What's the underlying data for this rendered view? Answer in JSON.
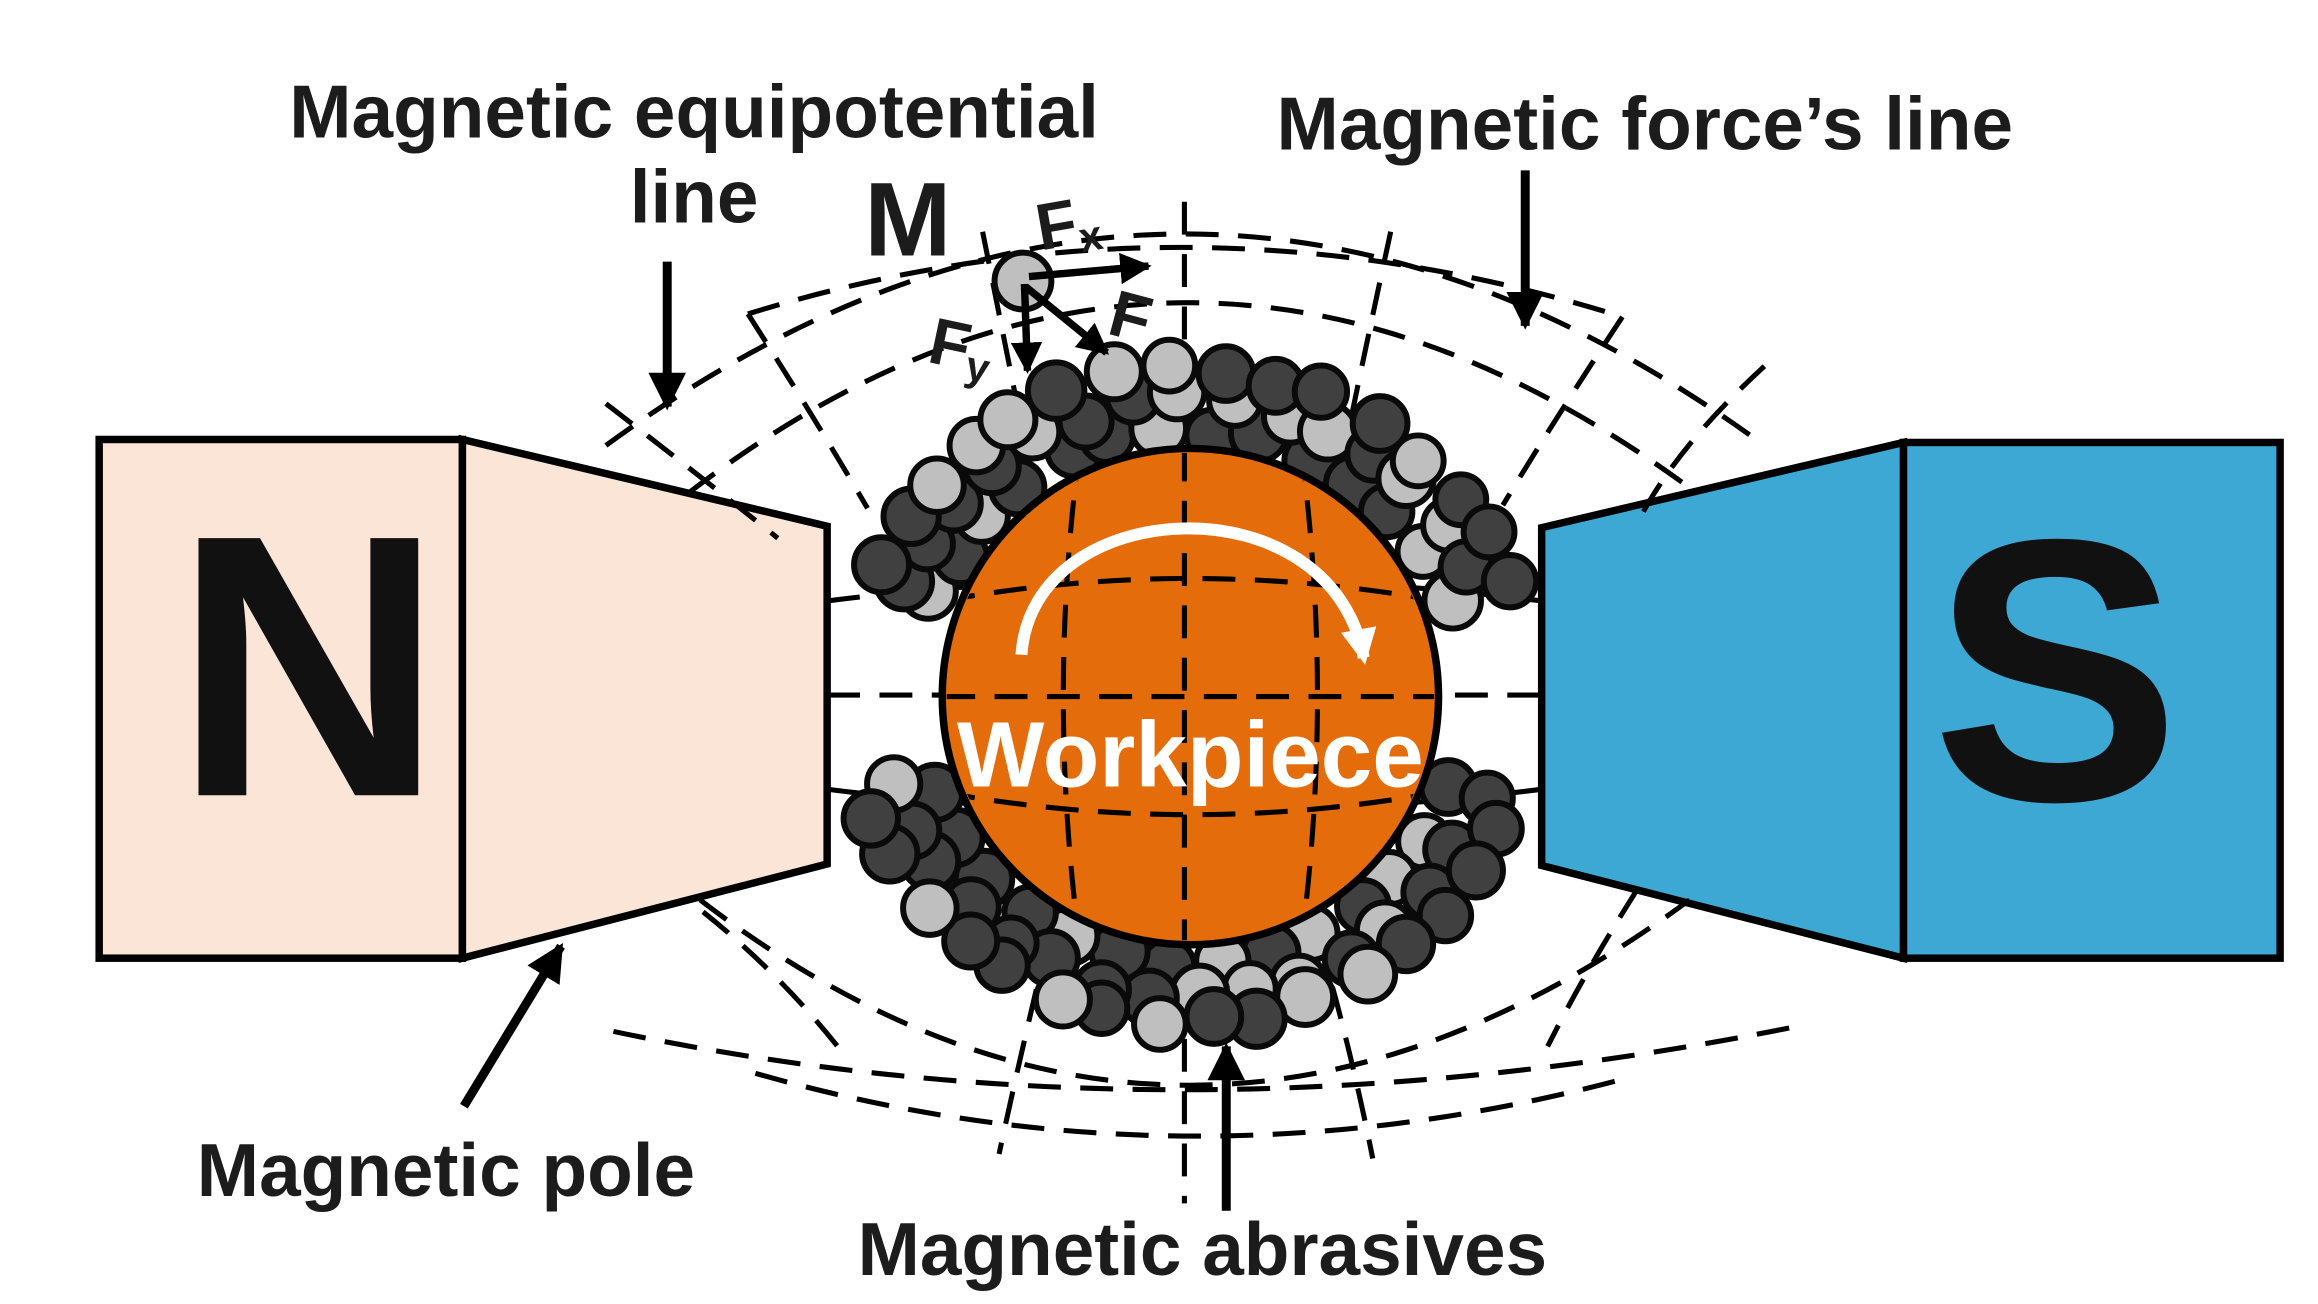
{
  "labels": {
    "equipotential_line1": "Magnetic equipotential",
    "equipotential_line2": "line",
    "force_line": "Magnetic force’s line",
    "pole": "Magnetic pole",
    "abrasives": "Magnetic abrasives",
    "particle": "M",
    "force_x": "F",
    "force_x_sub": "x",
    "force_y": "F",
    "force_y_sub": "y",
    "force": "F",
    "workpiece": "Workpiece",
    "north": "N",
    "south": "S"
  },
  "colors": {
    "north_magnet": "#fbe5d6",
    "south_magnet": "#3ea8d4",
    "workpiece": "#e46c0a",
    "abrasive_dark": "#404040",
    "abrasive_light": "#bfbfbf",
    "outline": "#000000"
  },
  "icons": {
    "rotation": "clockwise-arrow-icon"
  }
}
